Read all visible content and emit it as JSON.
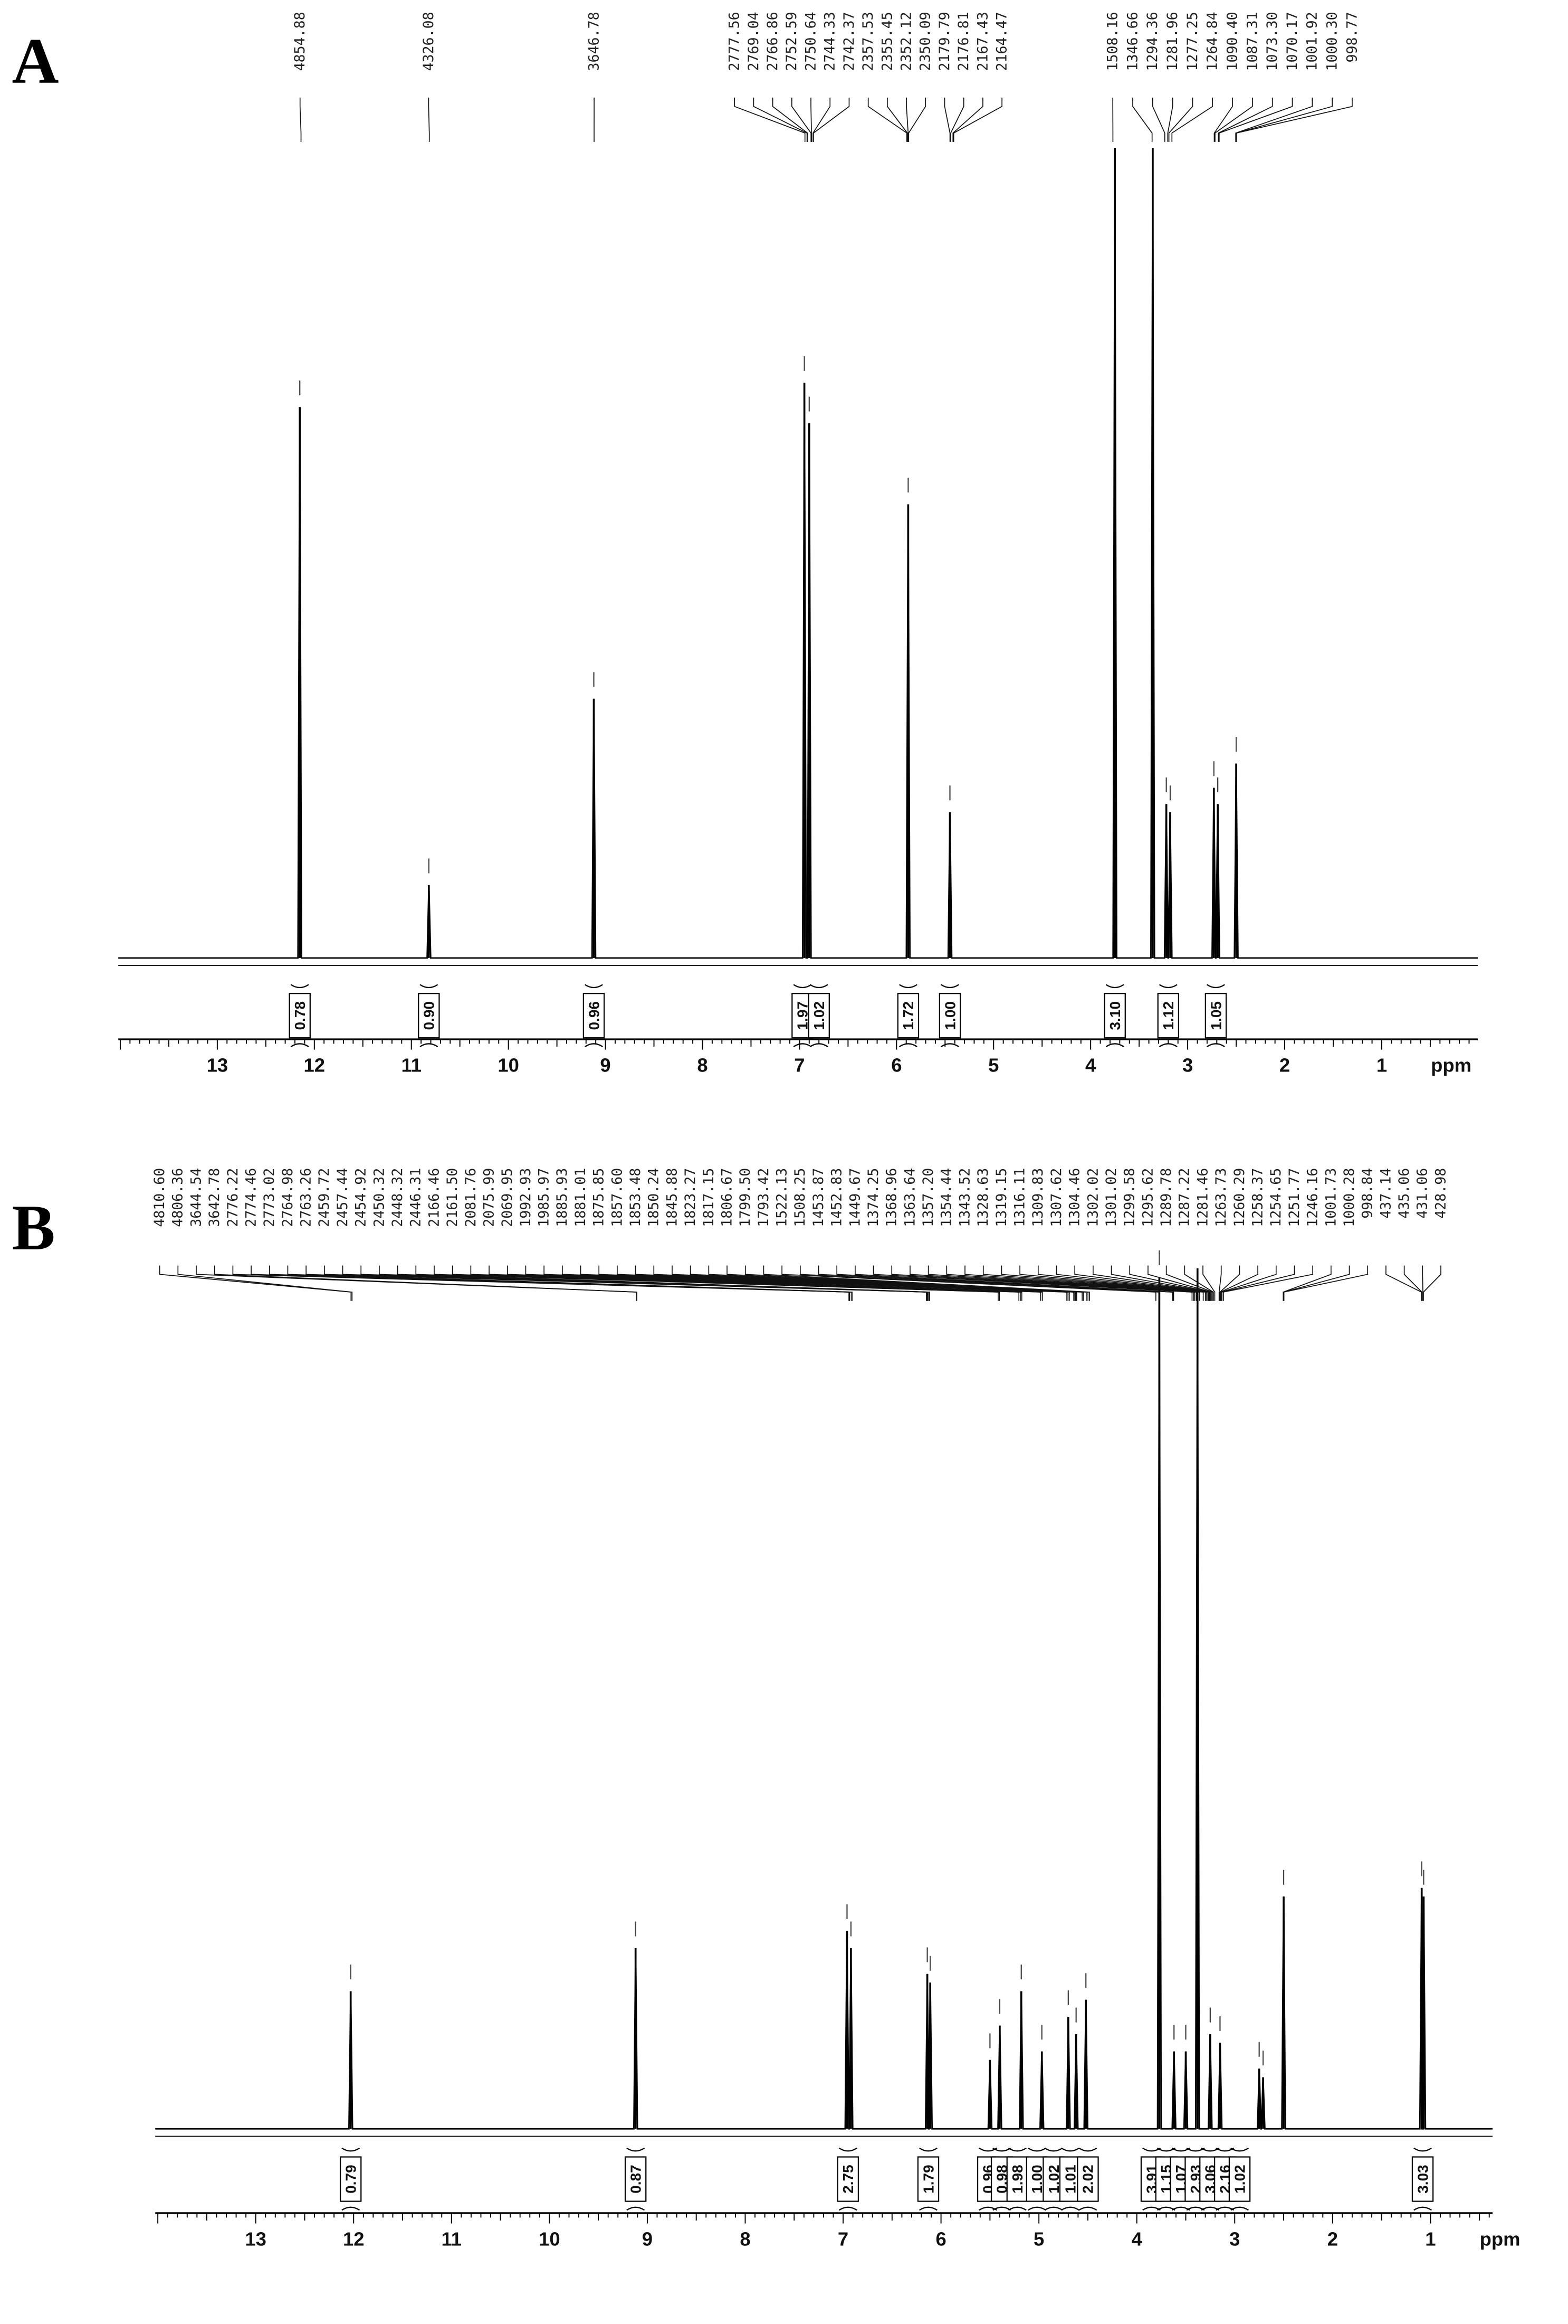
{
  "chart_data": [
    {
      "type": "line",
      "panel": "A",
      "xlabel": "ppm",
      "x_ticks": [
        13,
        12,
        11,
        10,
        9,
        8,
        7,
        6,
        5,
        4,
        3,
        2,
        1
      ],
      "xlim": [
        14,
        0
      ],
      "x_reversed": true,
      "grid": false,
      "peaks": [
        {
          "ppm": 12.15,
          "intensity": 68
        },
        {
          "ppm": 10.82,
          "intensity": 9
        },
        {
          "ppm": 9.12,
          "intensity": 32
        },
        {
          "ppm": 6.95,
          "intensity": 71
        },
        {
          "ppm": 6.9,
          "intensity": 66
        },
        {
          "ppm": 5.88,
          "intensity": 56
        },
        {
          "ppm": 5.45,
          "intensity": 18
        },
        {
          "ppm": 3.75,
          "intensity": 100
        },
        {
          "ppm": 3.36,
          "intensity": 100
        },
        {
          "ppm": 3.22,
          "intensity": 19
        },
        {
          "ppm": 3.18,
          "intensity": 18
        },
        {
          "ppm": 2.73,
          "intensity": 21
        },
        {
          "ppm": 2.69,
          "intensity": 19
        },
        {
          "ppm": 2.5,
          "intensity": 24
        }
      ],
      "integrals": [
        {
          "ppm": 12.15,
          "value": "0.78"
        },
        {
          "ppm": 10.82,
          "value": "0.90"
        },
        {
          "ppm": 9.12,
          "value": "0.96"
        },
        {
          "ppm": 6.97,
          "value": "1.97"
        },
        {
          "ppm": 6.8,
          "value": "1.02"
        },
        {
          "ppm": 5.88,
          "value": "1.72"
        },
        {
          "ppm": 5.45,
          "value": "1.00"
        },
        {
          "ppm": 3.75,
          "value": "3.10"
        },
        {
          "ppm": 3.2,
          "value": "1.12"
        },
        {
          "ppm": 2.71,
          "value": "1.05"
        }
      ],
      "peak_labels": [
        "4854.88",
        "4326.08",
        "3646.78",
        "2777.56",
        "2769.04",
        "2766.86",
        "2752.59",
        "2750.64",
        "2744.33",
        "2742.37",
        "2357.53",
        "2355.45",
        "2352.12",
        "2350.09",
        "2179.79",
        "2176.81",
        "2167.43",
        "2164.47",
        "1508.16",
        "1346.66",
        "1294.36",
        "1281.96",
        "1277.25",
        "1264.84",
        "1090.40",
        "1087.31",
        "1073.30",
        "1070.17",
        "1001.92",
        "1000.30",
        "998.77"
      ]
    },
    {
      "type": "line",
      "panel": "B",
      "xlabel": "ppm",
      "x_ticks": [
        13,
        12,
        11,
        10,
        9,
        8,
        7,
        6,
        5,
        4,
        3,
        2,
        1
      ],
      "xlim": [
        14,
        0
      ],
      "x_reversed": true,
      "grid": false,
      "peaks": [
        {
          "ppm": 12.03,
          "intensity": 16
        },
        {
          "ppm": 9.12,
          "intensity": 21
        },
        {
          "ppm": 6.96,
          "intensity": 23
        },
        {
          "ppm": 6.92,
          "intensity": 21
        },
        {
          "ppm": 6.14,
          "intensity": 18
        },
        {
          "ppm": 6.11,
          "intensity": 17
        },
        {
          "ppm": 5.5,
          "intensity": 8
        },
        {
          "ppm": 5.4,
          "intensity": 12
        },
        {
          "ppm": 5.18,
          "intensity": 16
        },
        {
          "ppm": 4.97,
          "intensity": 9
        },
        {
          "ppm": 4.7,
          "intensity": 13
        },
        {
          "ppm": 4.62,
          "intensity": 11
        },
        {
          "ppm": 4.52,
          "intensity": 15
        },
        {
          "ppm": 3.77,
          "intensity": 99
        },
        {
          "ppm": 3.62,
          "intensity": 9
        },
        {
          "ppm": 3.5,
          "intensity": 9
        },
        {
          "ppm": 3.38,
          "intensity": 100
        },
        {
          "ppm": 3.25,
          "intensity": 11
        },
        {
          "ppm": 3.15,
          "intensity": 10
        },
        {
          "ppm": 2.75,
          "intensity": 7
        },
        {
          "ppm": 2.71,
          "intensity": 6
        },
        {
          "ppm": 2.5,
          "intensity": 27
        },
        {
          "ppm": 1.09,
          "intensity": 28
        },
        {
          "ppm": 1.07,
          "intensity": 27
        }
      ],
      "integrals": [
        {
          "ppm": 12.03,
          "value": "0.79"
        },
        {
          "ppm": 9.12,
          "value": "0.87"
        },
        {
          "ppm": 6.95,
          "value": "2.75"
        },
        {
          "ppm": 6.13,
          "value": "1.79"
        },
        {
          "ppm": 5.52,
          "value": "0.96"
        },
        {
          "ppm": 5.38,
          "value": "0.98"
        },
        {
          "ppm": 5.22,
          "value": "1.98"
        },
        {
          "ppm": 5.02,
          "value": "1.00"
        },
        {
          "ppm": 4.85,
          "value": "1.02"
        },
        {
          "ppm": 4.68,
          "value": "1.01"
        },
        {
          "ppm": 4.5,
          "value": "2.02"
        },
        {
          "ppm": 3.85,
          "value": "3.91"
        },
        {
          "ppm": 3.7,
          "value": "1.15"
        },
        {
          "ppm": 3.55,
          "value": "1.07"
        },
        {
          "ppm": 3.4,
          "value": "2.93"
        },
        {
          "ppm": 3.25,
          "value": "3.06"
        },
        {
          "ppm": 3.1,
          "value": "2.16"
        },
        {
          "ppm": 2.95,
          "value": "1.02"
        },
        {
          "ppm": 1.08,
          "value": "3.03"
        }
      ],
      "peak_labels": [
        "4810.60",
        "4806.36",
        "3644.54",
        "3642.78",
        "2776.22",
        "2774.46",
        "2773.02",
        "2764.98",
        "2763.26",
        "2459.72",
        "2457.44",
        "2454.92",
        "2450.32",
        "2448.32",
        "2446.31",
        "2166.46",
        "2161.50",
        "2081.76",
        "2075.99",
        "2069.95",
        "1992.93",
        "1985.97",
        "1885.93",
        "1881.01",
        "1875.85",
        "1857.60",
        "1853.48",
        "1850.24",
        "1845.88",
        "1823.27",
        "1817.15",
        "1806.67",
        "1799.50",
        "1793.42",
        "1522.13",
        "1508.25",
        "1453.87",
        "1452.83",
        "1449.67",
        "1374.25",
        "1368.96",
        "1363.64",
        "1357.20",
        "1354.44",
        "1343.52",
        "1328.63",
        "1319.15",
        "1316.11",
        "1309.83",
        "1307.62",
        "1304.46",
        "1302.02",
        "1301.02",
        "1299.58",
        "1295.62",
        "1289.78",
        "1287.22",
        "1281.46",
        "1263.73",
        "1260.29",
        "1258.37",
        "1254.65",
        "1251.77",
        "1246.16",
        "1001.73",
        "1000.28",
        "998.84",
        "437.14",
        "435.06",
        "431.06",
        "428.98"
      ]
    }
  ]
}
